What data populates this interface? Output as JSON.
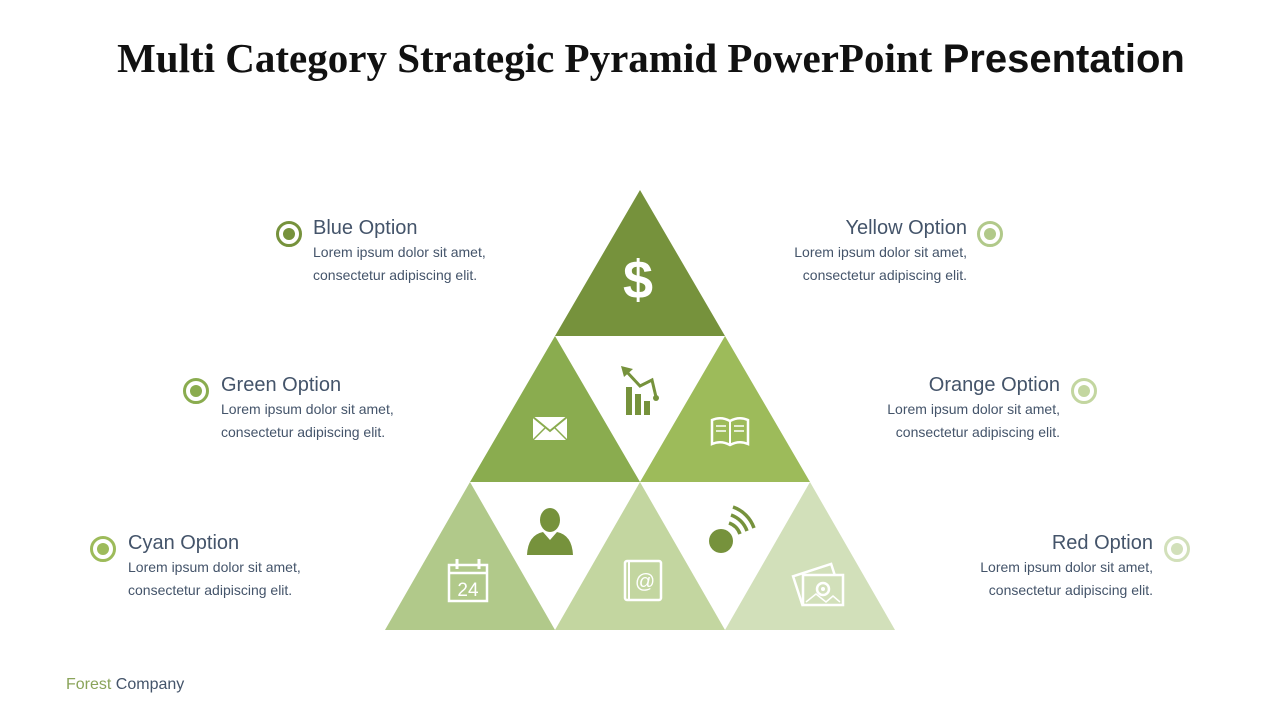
{
  "title": {
    "main": "Multi Category Strategic Pyramid PowerPoint",
    "tail": "Presentation"
  },
  "options": [
    {
      "name": "Blue Option",
      "line1": "Lorem ipsum dolor sit amet,",
      "line2": "consectetur adipiscing elit."
    },
    {
      "name": "Green Option",
      "line1": "Lorem ipsum dolor sit amet,",
      "line2": "consectetur adipiscing elit."
    },
    {
      "name": "Cyan Option",
      "line1": "Lorem ipsum dolor sit amet,",
      "line2": "consectetur adipiscing elit."
    },
    {
      "name": "Yellow Option",
      "line1": "Lorem ipsum dolor sit amet,",
      "line2": "consectetur adipiscing elit."
    },
    {
      "name": "Orange Option",
      "line1": "Lorem ipsum dolor sit amet,",
      "line2": "consectetur adipiscing elit."
    },
    {
      "name": "Red Option",
      "line1": "Lorem ipsum dolor sit amet,",
      "line2": "consectetur adipiscing elit."
    }
  ],
  "pyramid": {
    "calendar_day": "24",
    "email_symbol": "@",
    "dollar_symbol": "$"
  },
  "footer": {
    "brand": "Forest",
    "company": "Company"
  },
  "colors": {
    "tier1": "#76923c",
    "tier2": "#8aac4f",
    "tier3": "#9dbb5a",
    "tier4": "#b1c98a",
    "tier5": "#c3d6a0",
    "tier6": "#d2e0ba",
    "icon_dark": "#76923c",
    "text": "#44546a"
  },
  "icons": [
    "dollar-icon",
    "envelope-icon",
    "chart-decline-icon",
    "book-icon",
    "user-icon",
    "wifi-signal-icon",
    "calendar-icon",
    "address-book-icon",
    "photos-icon"
  ]
}
